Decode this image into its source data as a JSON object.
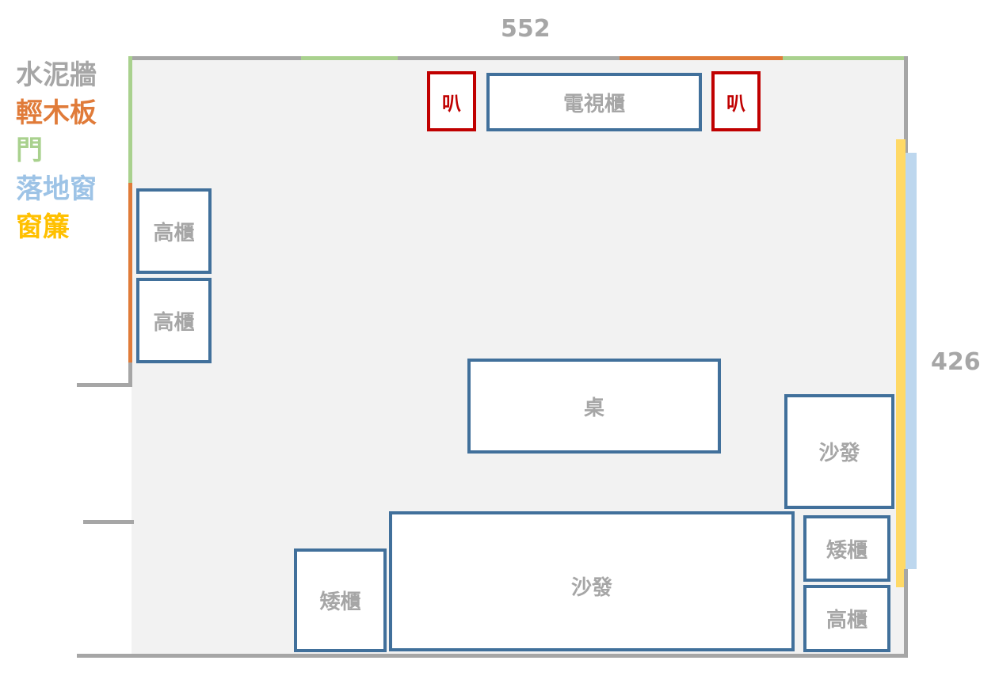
{
  "dimensions": {
    "width_label": "552",
    "height_label": "426"
  },
  "legend": [
    {
      "label": "水泥牆",
      "color": "#a6a6a6"
    },
    {
      "label": "輕木板",
      "color": "#e07b39"
    },
    {
      "label": "門",
      "color": "#a9d18e"
    },
    {
      "label": "落地窗",
      "color": "#9dc3e6"
    },
    {
      "label": "窗簾",
      "color": "#ffc000"
    }
  ],
  "colors": {
    "furniture_border": "#41709b",
    "speaker_border": "#c00000",
    "floor": "#f2f2f2"
  },
  "furniture": {
    "speaker_left": "叭",
    "tv_cabinet": "電視櫃",
    "speaker_right": "叭",
    "tall_cabinet_1": "高櫃",
    "tall_cabinet_2": "高櫃",
    "table": "桌",
    "sofa_right": "沙發",
    "low_cabinet_right": "矮櫃",
    "tall_cabinet_right": "高櫃",
    "sofa_main": "沙發",
    "low_cabinet_left": "矮櫃"
  }
}
